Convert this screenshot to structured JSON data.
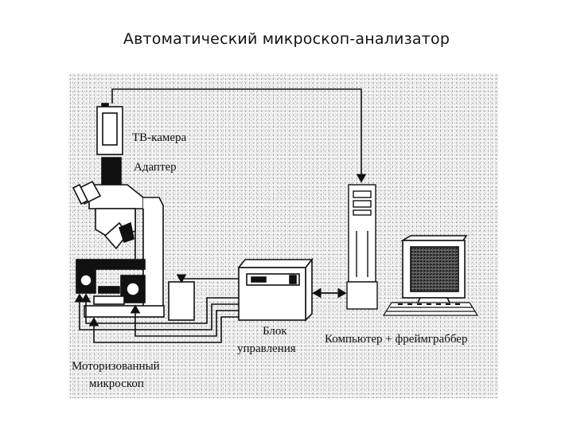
{
  "title": "Автоматический микроскоп-анализатор",
  "labels": {
    "tv_camera": "ТВ-камера",
    "adapter": "Адаптер",
    "control_unit_line1": "Блок",
    "control_unit_line2": "управления",
    "computer": "Компьютер + фреймграббер",
    "microscope_line1": "Моторизованный",
    "microscope_line2": "микроскоп"
  }
}
